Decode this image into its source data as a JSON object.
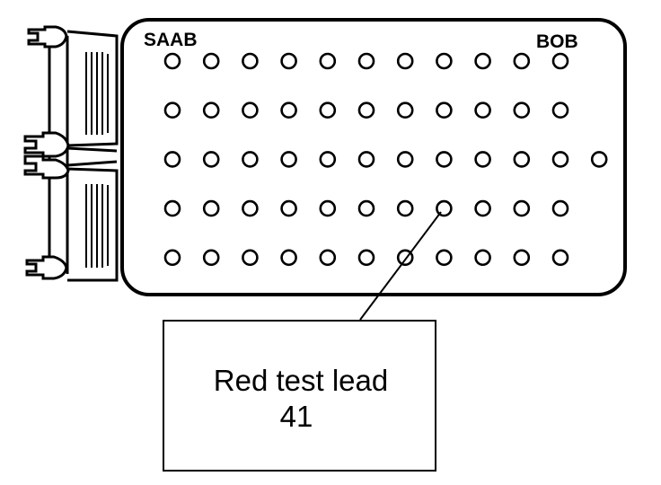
{
  "panel": {
    "brand_label": "SAAB",
    "device_label": "BOB"
  },
  "callout": {
    "line1": "Red test lead",
    "line2": "41"
  },
  "pin_grid": {
    "rows": 5,
    "columns": 11,
    "extra_pins": [
      {
        "row": 3,
        "column": 12
      }
    ],
    "highlighted_pin": {
      "row": 4,
      "column": 8
    }
  },
  "colors": {
    "stroke": "#000000",
    "background": "#ffffff"
  },
  "icons": [
    "connector-plug-icon",
    "ribbon-cable-icon"
  ]
}
